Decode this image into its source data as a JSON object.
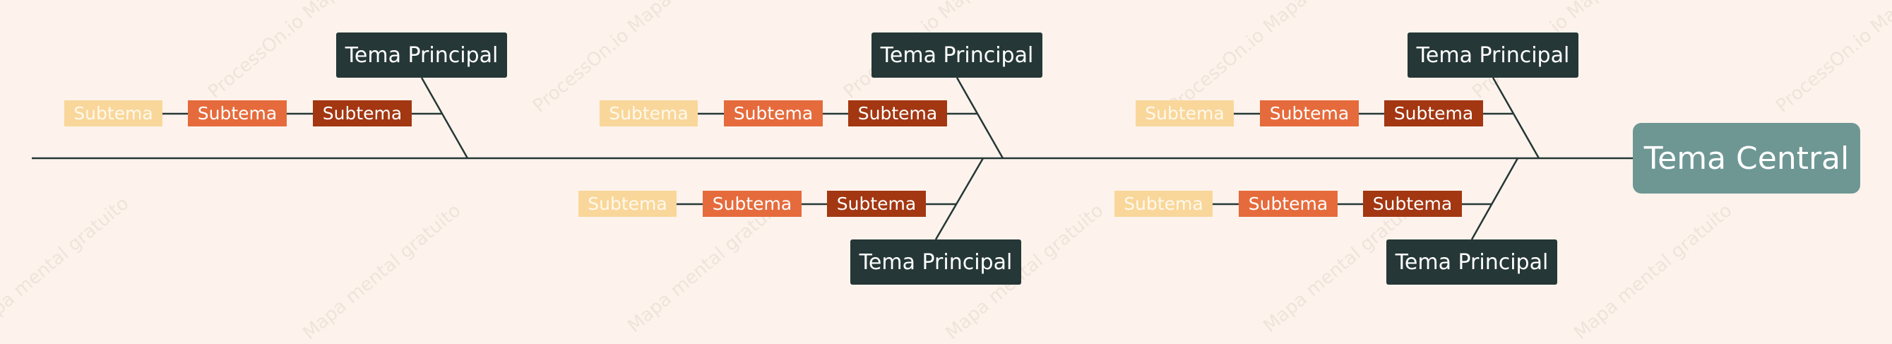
{
  "central": {
    "label": "Tema Central"
  },
  "branches": [
    {
      "label": "Tema Principal",
      "subtopics": [
        "Subtema",
        "Subtema",
        "Subtema"
      ]
    },
    {
      "label": "Tema Principal",
      "subtopics": [
        "Subtema",
        "Subtema",
        "Subtema"
      ]
    },
    {
      "label": "Tema Principal",
      "subtopics": [
        "Subtema",
        "Subtema",
        "Subtema"
      ]
    },
    {
      "label": "Tema Principal",
      "subtopics": [
        "Subtema",
        "Subtema",
        "Subtema"
      ]
    },
    {
      "label": "Tema Principal",
      "subtopics": [
        "Subtema",
        "Subtema",
        "Subtema"
      ]
    }
  ],
  "watermark": {
    "text_a": "ProcessOn.io Mapa",
    "text_b": "Mapa mental gratuito"
  },
  "colors": {
    "background": "#fdf3ec",
    "central": "#6e9794",
    "main_topic": "#253736",
    "sub_light": "#f9d79a",
    "sub_mid": "#e66b3c",
    "sub_dark": "#a33712",
    "line": "#253736"
  }
}
